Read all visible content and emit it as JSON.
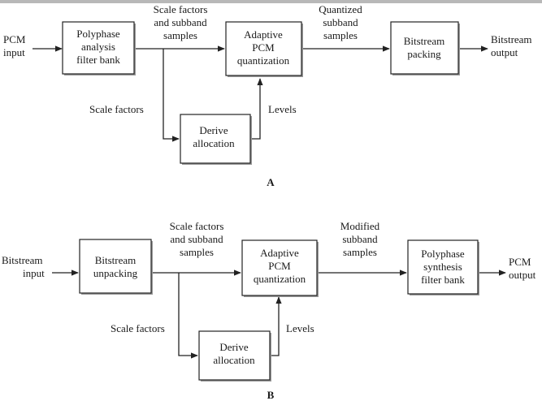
{
  "diagram_a": {
    "caption": "A",
    "blocks": {
      "filter_bank": [
        "Polyphase",
        "analysis",
        "filter bank"
      ],
      "quantization": [
        "Adaptive",
        "PCM",
        "quantization"
      ],
      "packing": [
        "Bitstream",
        "packing"
      ],
      "allocation": [
        "Derive",
        "allocation"
      ]
    },
    "labels": {
      "input": [
        "PCM",
        "input"
      ],
      "output": [
        "Bitstream",
        "output"
      ],
      "scale_subband": [
        "Scale factors",
        "and subband",
        "samples"
      ],
      "quantized": [
        "Quantized",
        "subband",
        "samples"
      ],
      "scale_factors": "Scale factors",
      "levels": "Levels"
    }
  },
  "diagram_b": {
    "caption": "B",
    "blocks": {
      "unpacking": [
        "Bitstream",
        "unpacking"
      ],
      "quantization": [
        "Adaptive",
        "PCM",
        "quantization"
      ],
      "synthesis": [
        "Polyphase",
        "synthesis",
        "filter bank"
      ],
      "allocation": [
        "Derive",
        "allocation"
      ]
    },
    "labels": {
      "input": [
        "Bitstream",
        "input"
      ],
      "output": [
        "PCM",
        "output"
      ],
      "scale_subband": [
        "Scale factors",
        "and subband",
        "samples"
      ],
      "modified": [
        "Modified",
        "subband",
        "samples"
      ],
      "scale_factors": "Scale factors",
      "levels": "Levels"
    }
  }
}
